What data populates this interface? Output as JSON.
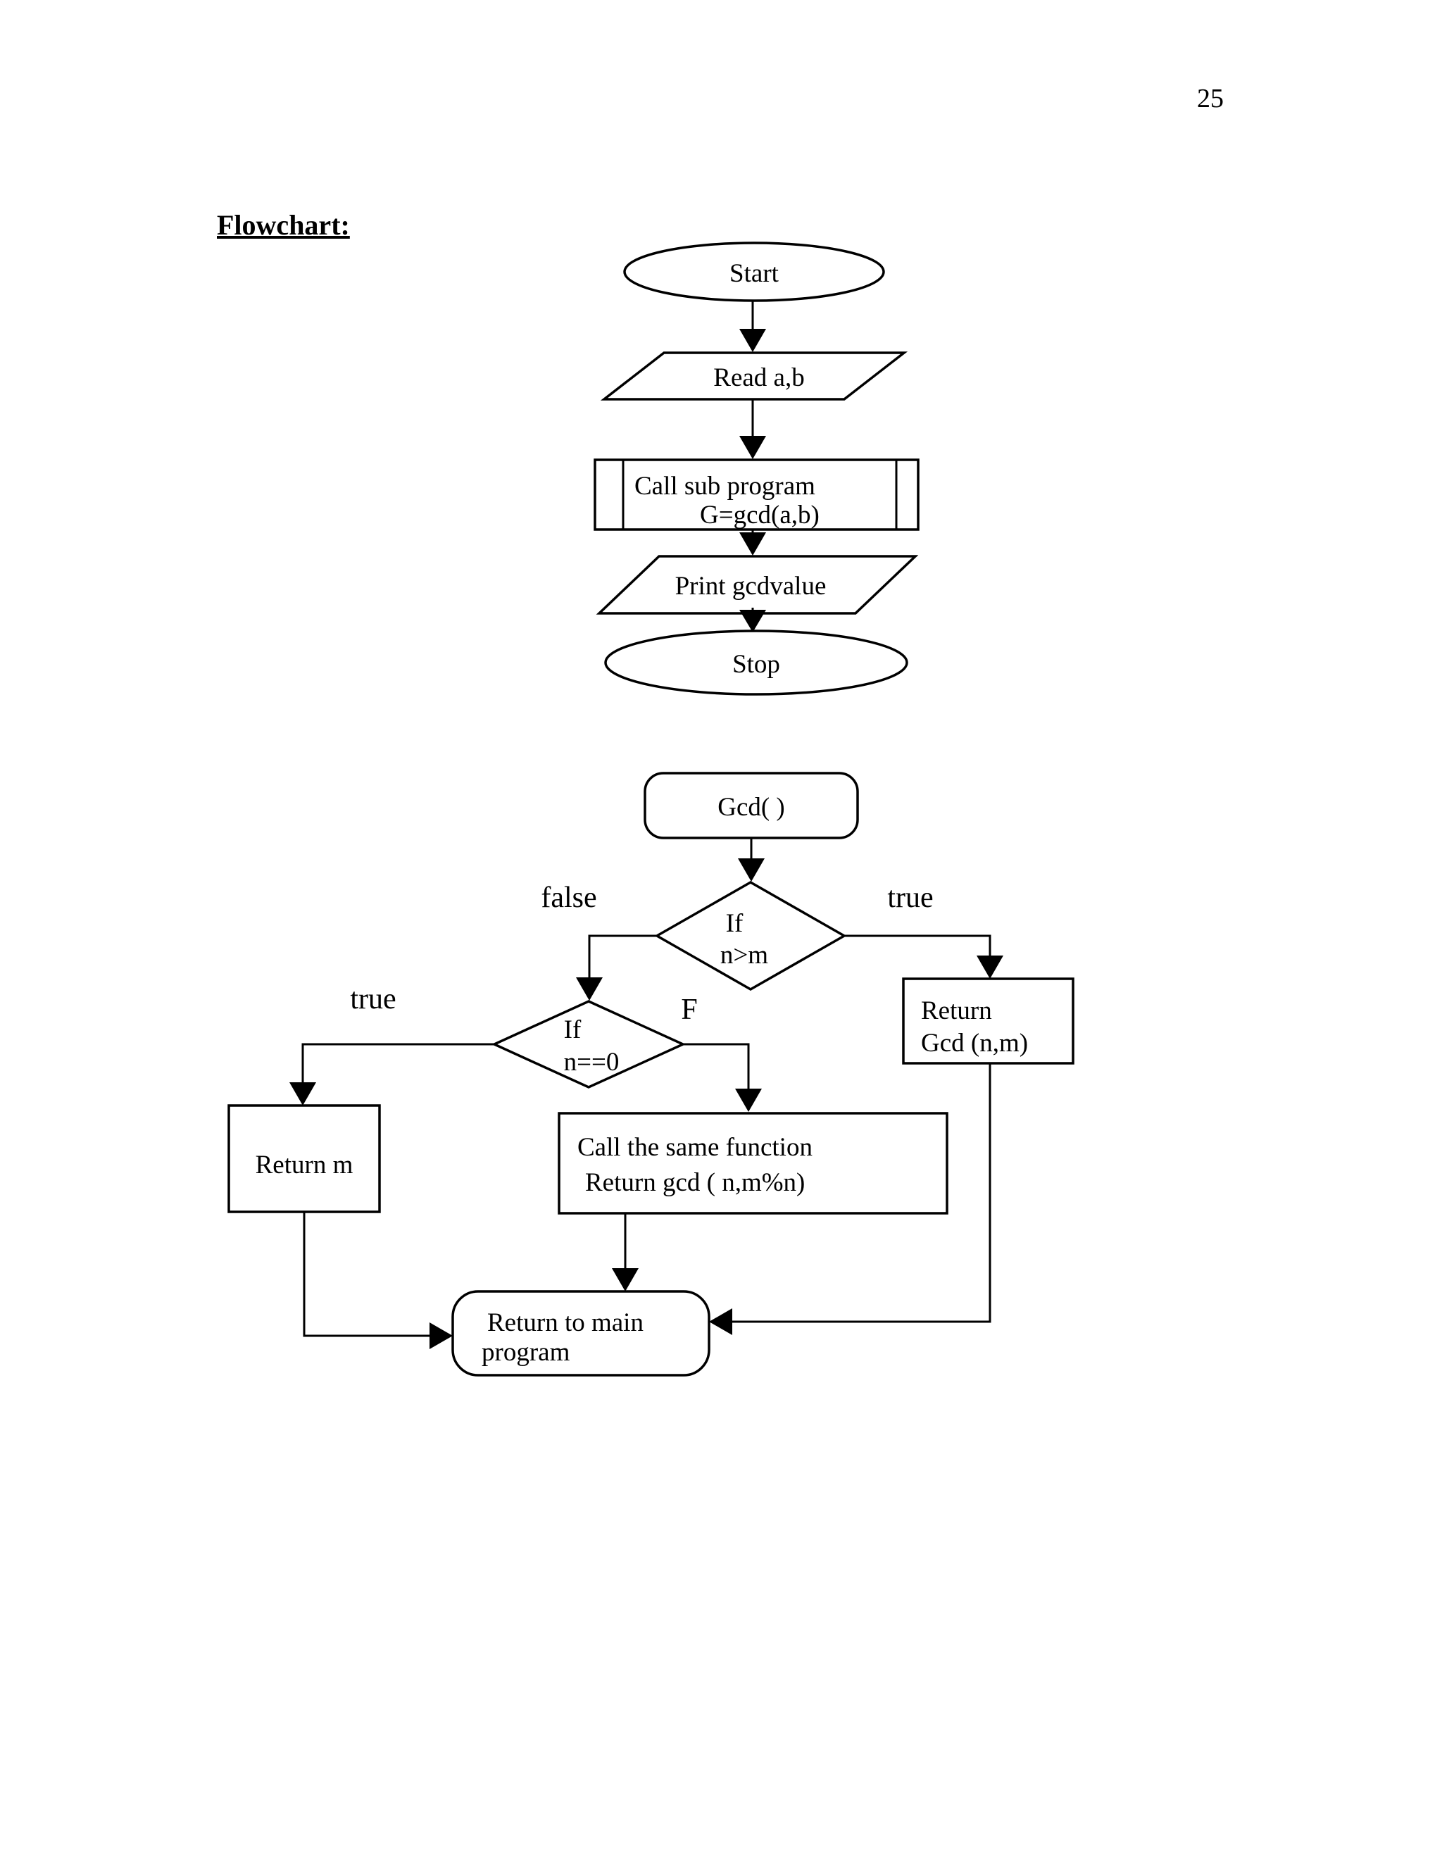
{
  "page": {
    "number": "25",
    "heading": "Flowchart:"
  },
  "main_flowchart": {
    "start": "Start",
    "read": "Read a,b",
    "call_line1": "Call sub program",
    "call_line2": "G=gcd(a,b)",
    "print": "Print gcdvalue",
    "stop": "Stop"
  },
  "sub_flowchart": {
    "title": "Gcd( )",
    "decision1_line1": "If",
    "decision1_line2": "n>m",
    "false_label": "false",
    "true_label": "true",
    "decision2_line1": "If",
    "decision2_line2": "n==0",
    "true2_label": "true",
    "f_label": "F",
    "return_m": "Return m",
    "call_line1": "Call the same function",
    "call_line2": "Return gcd ( n,m%n)",
    "return_gcd_line1": "Return",
    "return_gcd_line2": "Gcd (n,m)",
    "return_main_line1": "Return to main",
    "return_main_line2": "program"
  }
}
